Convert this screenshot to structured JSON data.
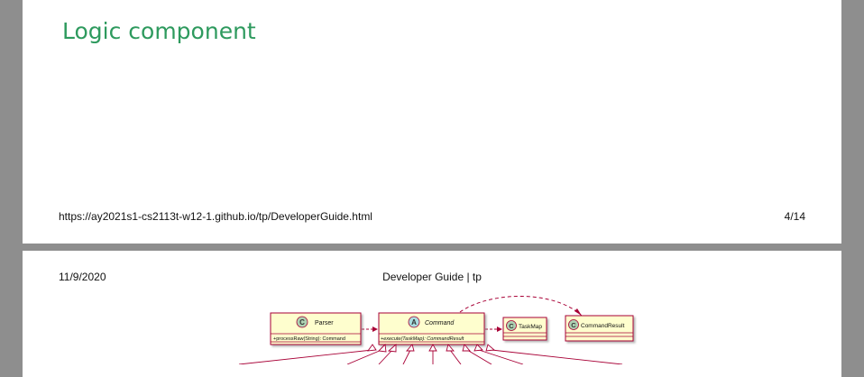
{
  "top_page": {
    "heading": "Logic component",
    "footer_url": "https://ay2021s1-cs2113t-w12-1.github.io/tp/DeveloperGuide.html",
    "page_number": "4/14"
  },
  "bottom_page": {
    "date": "11/9/2020",
    "title": "Developer Guide | tp"
  },
  "diagram": {
    "classes": [
      {
        "stereotype": "C",
        "name": "Parser",
        "method": "+processRaw(String): Command"
      },
      {
        "stereotype": "A",
        "name": "Command",
        "method": "+execute(TaskMap): CommandResult"
      },
      {
        "stereotype": "C",
        "name": "TaskMap",
        "method": ""
      },
      {
        "stereotype": "C",
        "name": "CommandResult",
        "method": ""
      }
    ],
    "colors": {
      "class_fill": "#fefece",
      "class_border": "#a80036",
      "circle_c": "#add1b2",
      "circle_a": "#a9dcdf"
    }
  }
}
